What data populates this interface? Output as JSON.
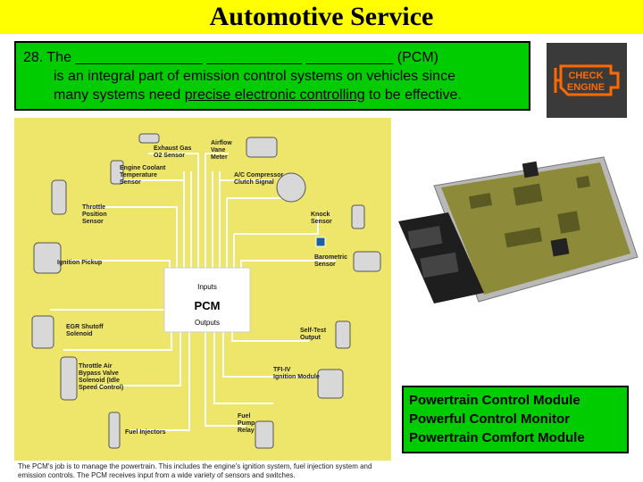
{
  "title": "Automotive Service",
  "question": {
    "line1": "28. The ________________ ____________ ___________ (PCM)",
    "line2": "is an integral part of emission control systems on vehicles since",
    "line3_pre": "many systems need ",
    "line3_underlined": "precise electronic controlling",
    "line3_post": " to be effective."
  },
  "check_engine": {
    "line1": "CHECK",
    "line2": "ENGINE",
    "color": "#ff6a00"
  },
  "diagram": {
    "pcm_label": "PCM",
    "inputs_label": "Inputs",
    "outputs_label": "Outputs",
    "components": {
      "exhaust_gas_sensor_1": "Exhaust Gas",
      "exhaust_gas_sensor_2": "O2 Sensor",
      "airflow_1": "Airflow",
      "airflow_2": "Vane",
      "airflow_3": "Meter",
      "coolant_1": "Engine Coolant",
      "coolant_2": "Temperature",
      "coolant_3": "Sensor",
      "ac_1": "A/C Compressor",
      "ac_2": "Clutch Signal",
      "throttle_1": "Throttle",
      "throttle_2": "Position",
      "throttle_3": "Sensor",
      "knock_1": "Knock",
      "knock_2": "Sensor",
      "ignition_pickup": "Ignition Pickup",
      "baro_1": "Barometric",
      "baro_2": "Sensor",
      "egr_1": "EGR Shutoff",
      "egr_2": "Solenoid",
      "selftest_1": "Self-Test",
      "selftest_2": "Output",
      "tab_1": "Throttle Air",
      "tab_2": "Bypass Valve",
      "tab_3": "Solenoid (Idle",
      "tab_4": "Speed Control)",
      "tfi_1": "TFI-IV",
      "tfi_2": "Ignition Module",
      "fuel_injectors": "Fuel Injectors",
      "fuel_pump_1": "Fuel",
      "fuel_pump_2": "Pump",
      "fuel_pump_3": "Relay"
    }
  },
  "caption": {
    "line1": "The PCM's job is to manage the powertrain. This includes the engine's ignition system, fuel injection system and",
    "line2": "emission controls. The PCM receives input from a wide variety of sensors and switches."
  },
  "answers": [
    "Powertrain Control Module",
    "Powerful Control Monitor",
    "Powertrain Comfort Module"
  ]
}
